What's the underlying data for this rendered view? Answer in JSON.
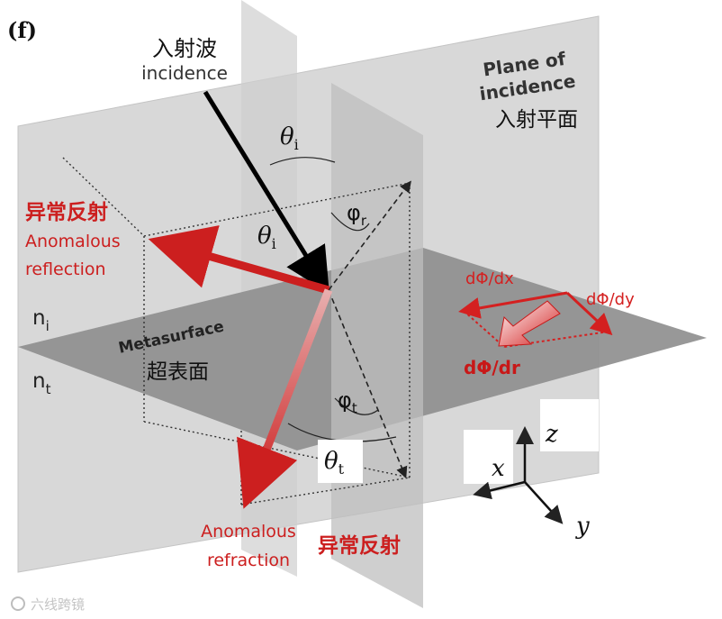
{
  "panel_label": "(f)",
  "incidence": {
    "zh": "入射波",
    "en": "incidence"
  },
  "plane_of_incidence": {
    "line1": "Plane of",
    "line2": "incidence",
    "zh": "入射平面"
  },
  "anomalous_reflection": {
    "zh": "异常反射",
    "line1": "Anomalous",
    "line2": "reflection"
  },
  "anomalous_refraction": {
    "line1": "Anomalous",
    "line2": "refraction",
    "zh": "异常反射"
  },
  "metasurface": {
    "en": "Metasurface",
    "zh": "超表面"
  },
  "angles": {
    "theta_i_top": {
      "sym": "θ",
      "sub": "i"
    },
    "theta_i_mid": {
      "sym": "θ",
      "sub": "i"
    },
    "phi_r": {
      "sym": "φ",
      "sub": "r"
    },
    "phi_t": {
      "sym": "φ",
      "sub": "t"
    },
    "theta_t": {
      "sym": "θ",
      "sub": "t"
    }
  },
  "media": {
    "n_i": {
      "sym": "n",
      "sub": "i"
    },
    "n_t": {
      "sym": "n",
      "sub": "t"
    }
  },
  "gradients": {
    "dx": "dΦ/dx",
    "dy": "dΦ/dy",
    "dr": "dΦ/dr"
  },
  "axes": {
    "z": "z",
    "x": "x",
    "y": "y"
  },
  "watermark": "六线跨镜",
  "colors": {
    "red": "#cc1f1f",
    "plane": "#d6d6d6",
    "metasurface": "#8f8f8f"
  }
}
